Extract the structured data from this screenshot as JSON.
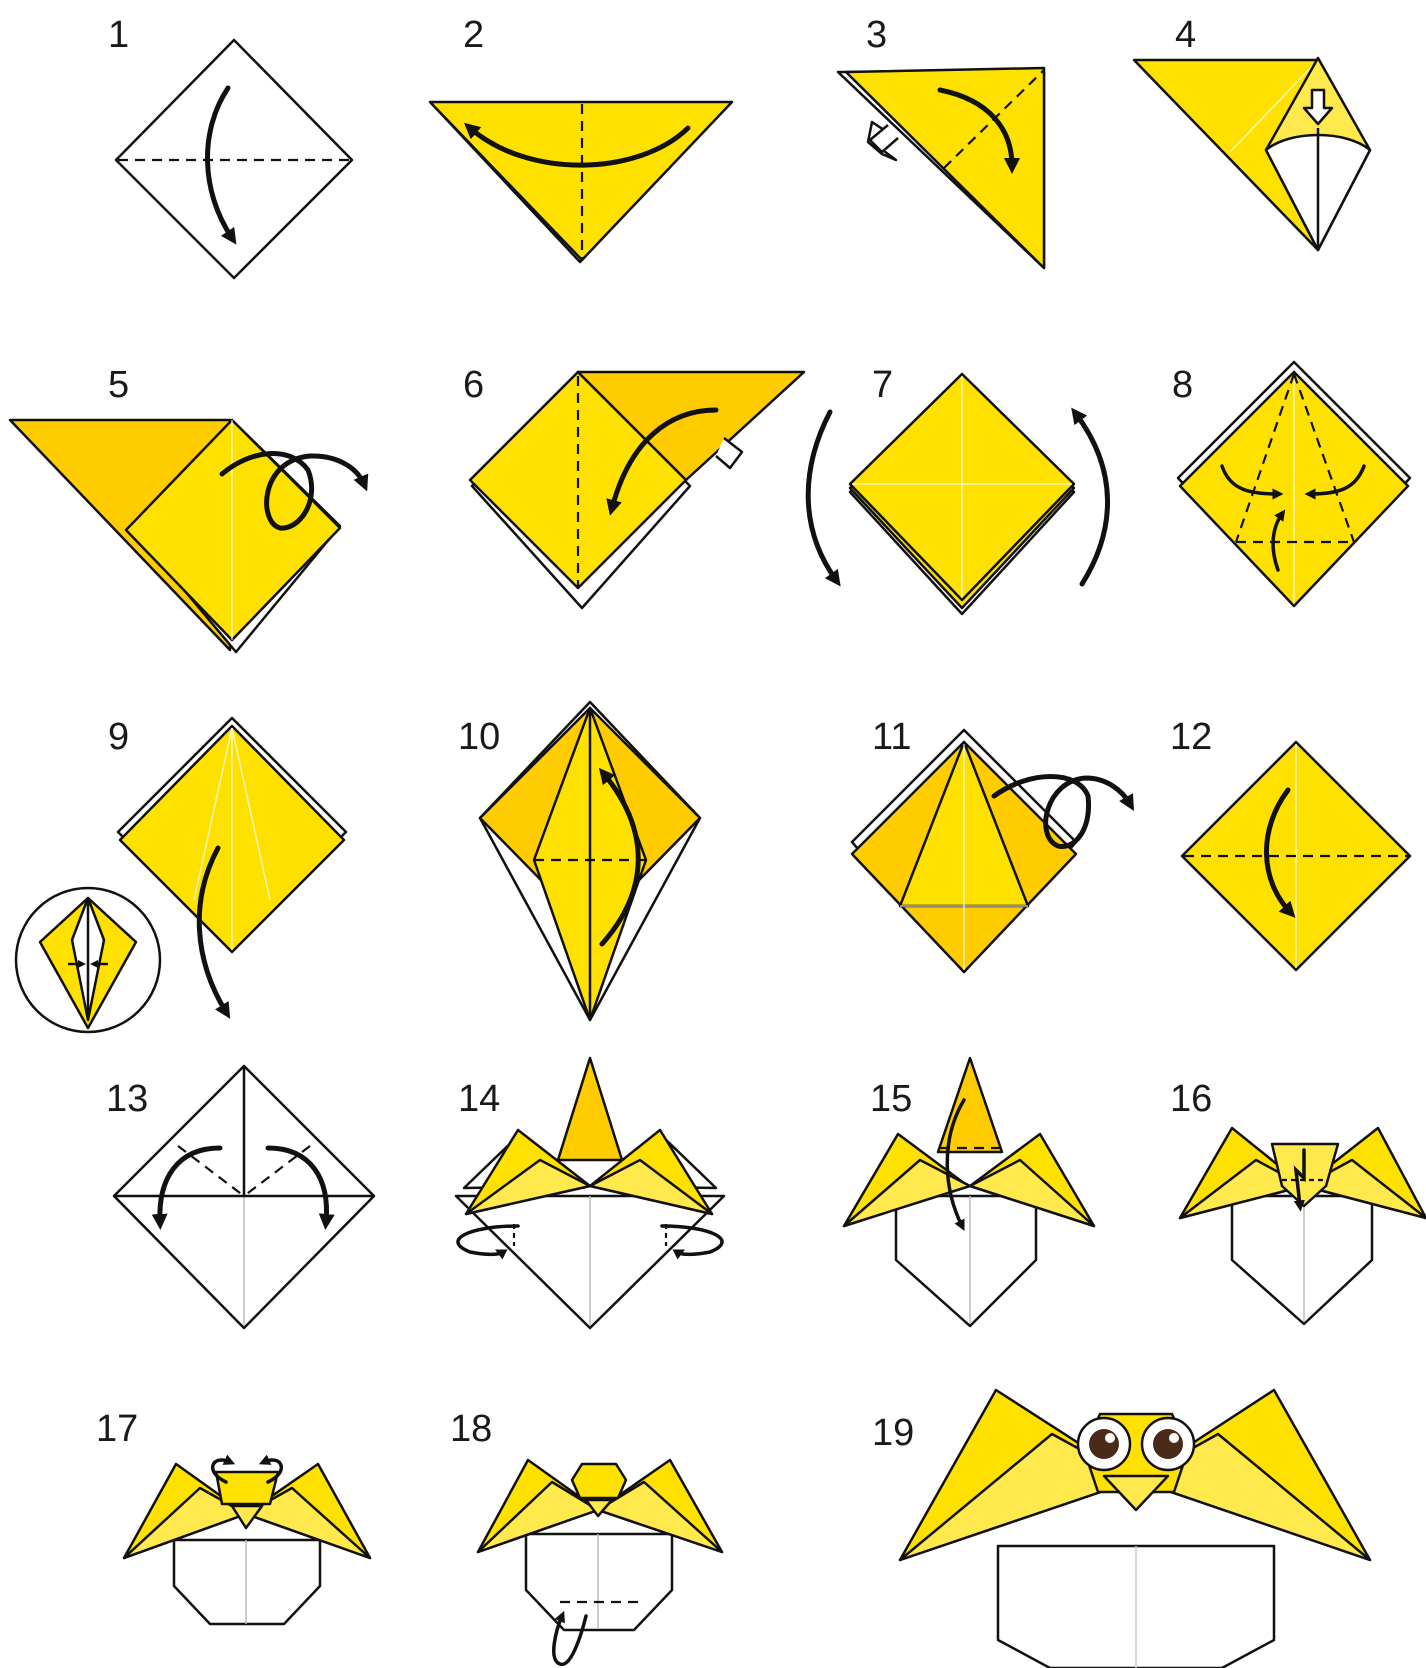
{
  "colors": {
    "paper_front": "#FFE100",
    "paper_light": "#FFE94D",
    "paper_dark": "#FFCC00",
    "paper_back": "#FFFFFF",
    "line": "#111111",
    "eye_iris": "#4A2A1A"
  },
  "steps": [
    {
      "label": "1"
    },
    {
      "label": "2"
    },
    {
      "label": "3"
    },
    {
      "label": "4"
    },
    {
      "label": "5"
    },
    {
      "label": "6"
    },
    {
      "label": "7"
    },
    {
      "label": "8"
    },
    {
      "label": "9"
    },
    {
      "label": "10"
    },
    {
      "label": "11"
    },
    {
      "label": "12"
    },
    {
      "label": "13"
    },
    {
      "label": "14"
    },
    {
      "label": "15"
    },
    {
      "label": "16"
    },
    {
      "label": "17"
    },
    {
      "label": "18"
    },
    {
      "label": "19"
    }
  ]
}
